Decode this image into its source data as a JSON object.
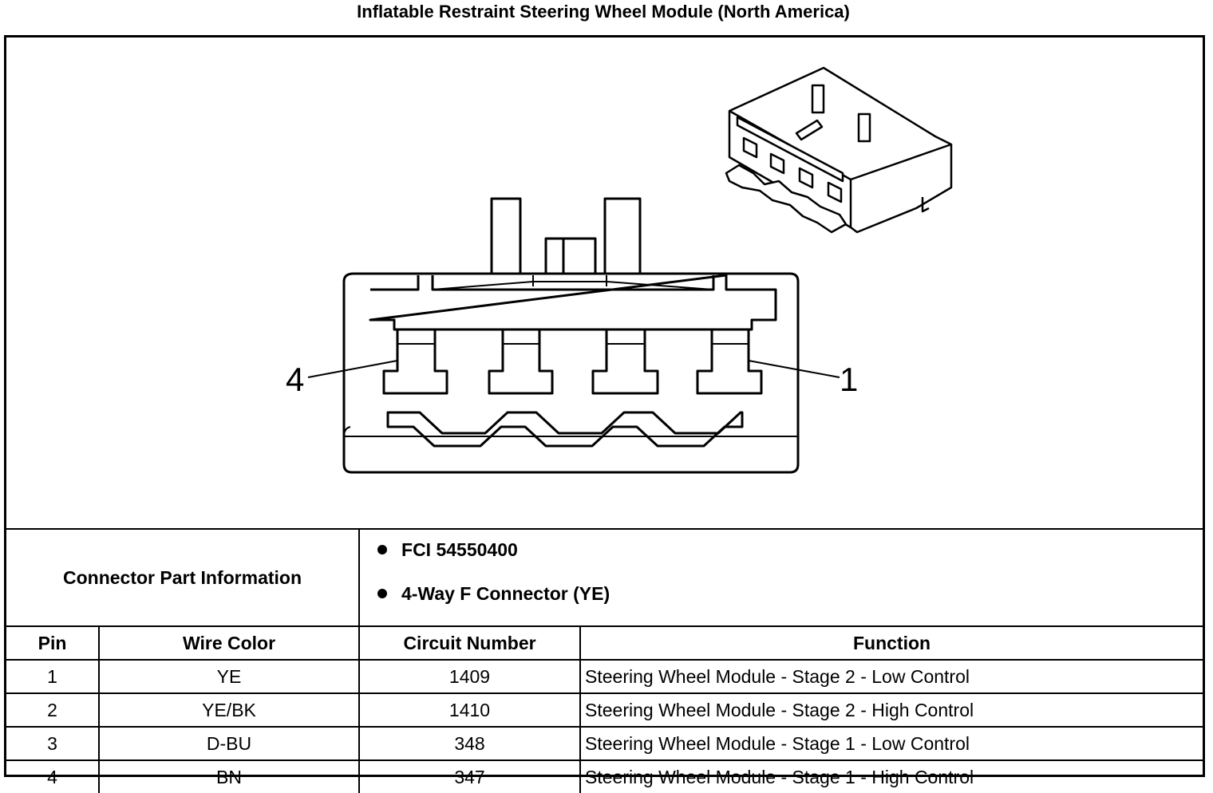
{
  "title": "Inflatable Restraint Steering Wheel Module (North America)",
  "diagram": {
    "pin_label_left": "4",
    "pin_label_right": "1"
  },
  "connector_info": {
    "label": "Connector Part Information",
    "items": [
      "FCI 54550400",
      "4-Way F Connector (YE)"
    ]
  },
  "table": {
    "headers": [
      "Pin",
      "Wire Color",
      "Circuit Number",
      "Function"
    ],
    "rows": [
      {
        "pin": "1",
        "wire_color": "YE",
        "circuit": "1409",
        "function": "Steering Wheel Module - Stage 2 - Low Control"
      },
      {
        "pin": "2",
        "wire_color": "YE/BK",
        "circuit": "1410",
        "function": "Steering Wheel Module - Stage 2 - High Control"
      },
      {
        "pin": "3",
        "wire_color": "D-BU",
        "circuit": "348",
        "function": "Steering Wheel Module - Stage 1 - Low Control"
      },
      {
        "pin": "4",
        "wire_color": "BN",
        "circuit": "347",
        "function": "Steering Wheel Module - Stage 1 - High Control"
      }
    ]
  }
}
